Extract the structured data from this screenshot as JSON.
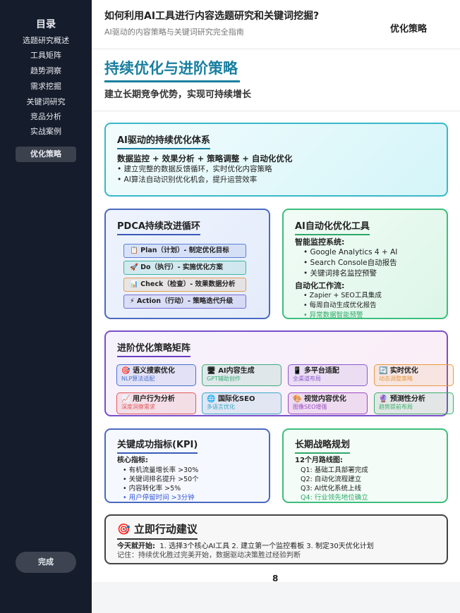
{
  "sidebar": {
    "title": "目录",
    "items": [
      "选题研究概述",
      "工具矩阵",
      "趋势洞察",
      "需求挖掘",
      "关键词研究",
      "竞品分析",
      "实战案例"
    ],
    "active": "优化策略",
    "done_button": "完成"
  },
  "header": {
    "title": "如何利用AI工具进行内容选题研究和关键词挖掘?",
    "subtitle": "AI驱动的内容策略与关键词研究完全指南",
    "section": "优化策略"
  },
  "page": {
    "title": "持续优化与进阶策略",
    "subtitle": "建立长期竞争优势，实现可持续增长",
    "page_number": "8"
  },
  "system": {
    "title": "AI驱动的持续优化体系",
    "formula": "数据监控 + 效果分析 + 策略调整 + 自动化优化",
    "bullets": [
      "• 建立完整的数据反馈循环，实时优化内容策略",
      "• AI算法自动识别优化机会，提升运营效率"
    ]
  },
  "pdca": {
    "title": "PDCA持续改进循环",
    "steps": [
      {
        "icon": "📋",
        "label": "Plan（计划）- 制定优化目标",
        "color": "#5b7fd6"
      },
      {
        "icon": "🚀",
        "label": "Do（执行）- 实施优化方案",
        "color": "#3cb89a"
      },
      {
        "icon": "📊",
        "label": "Check（检查）- 效果数据分析",
        "color": "#e0a050"
      },
      {
        "icon": "⚡",
        "label": "Action（行动）- 策略迭代升级",
        "color": "#7a6ad0"
      }
    ]
  },
  "tools": {
    "title": "AI自动化优化工具",
    "monitor_title": "智能监控系统:",
    "monitor": [
      "• Google Analytics 4 + AI",
      "• Search Console自动报告",
      "• 关键词排名监控预警"
    ],
    "workflow_title": "自动化工作流:",
    "workflow": [
      "• Zapier + SEO工具集成",
      "• 每周自动生成优化报告",
      "• 异常数据智能预警"
    ]
  },
  "matrix": {
    "title": "进阶优化策略矩阵",
    "cards": [
      {
        "icon": "🎯",
        "name": "语义搜索优化",
        "sub": "NLP算法适配",
        "color": "#4a70d0"
      },
      {
        "icon": "🖥",
        "name": "AI内容生成",
        "sub": "GPT辅助创作",
        "color": "#3cae7a"
      },
      {
        "icon": "📱",
        "name": "多平台适配",
        "sub": "全渠道布局",
        "color": "#8a5ad0"
      },
      {
        "icon": "🔄",
        "name": "实时优化",
        "sub": "动态调整策略",
        "color": "#e89a40"
      },
      {
        "icon": "📈",
        "name": "用户行为分析",
        "sub": "深度洞察需求",
        "color": "#e05a5a"
      },
      {
        "icon": "🌐",
        "name": "国际化SEO",
        "sub": "多语言优化",
        "color": "#3aa8c8"
      },
      {
        "icon": "🎨",
        "name": "视觉内容优化",
        "sub": "图像SEO增强",
        "color": "#9a4ac0"
      },
      {
        "icon": "🔮",
        "name": "预测性分析",
        "sub": "趋势提前布局",
        "color": "#3cae6a"
      }
    ]
  },
  "kpi": {
    "title": "关键成功指标(KPI)",
    "sub": "核心指标:",
    "items": [
      "• 有机流量增长率 >30%",
      "• 关键词排名提升 >50个",
      "• 内容转化率 >5%"
    ],
    "highlight": "• 用户停留时间 >3分钟"
  },
  "roadmap": {
    "title": "长期战略规划",
    "sub": "12个月路线图:",
    "items": [
      "Q1: 基础工具部署完成",
      "Q2: 自动化流程建立",
      "Q3: AI优化系统上线"
    ],
    "highlight": "Q4: 行业领先地位确立"
  },
  "action": {
    "icon": "🎯",
    "title": "立即行动建议",
    "start_label": "今天就开始:",
    "start_text": "1. 选择3个核心AI工具 2. 建立第一个监控看板 3. 制定30天优化计划",
    "remember": "记住：持续优化胜过完美开始，数据驱动决策胜过经验判断"
  }
}
